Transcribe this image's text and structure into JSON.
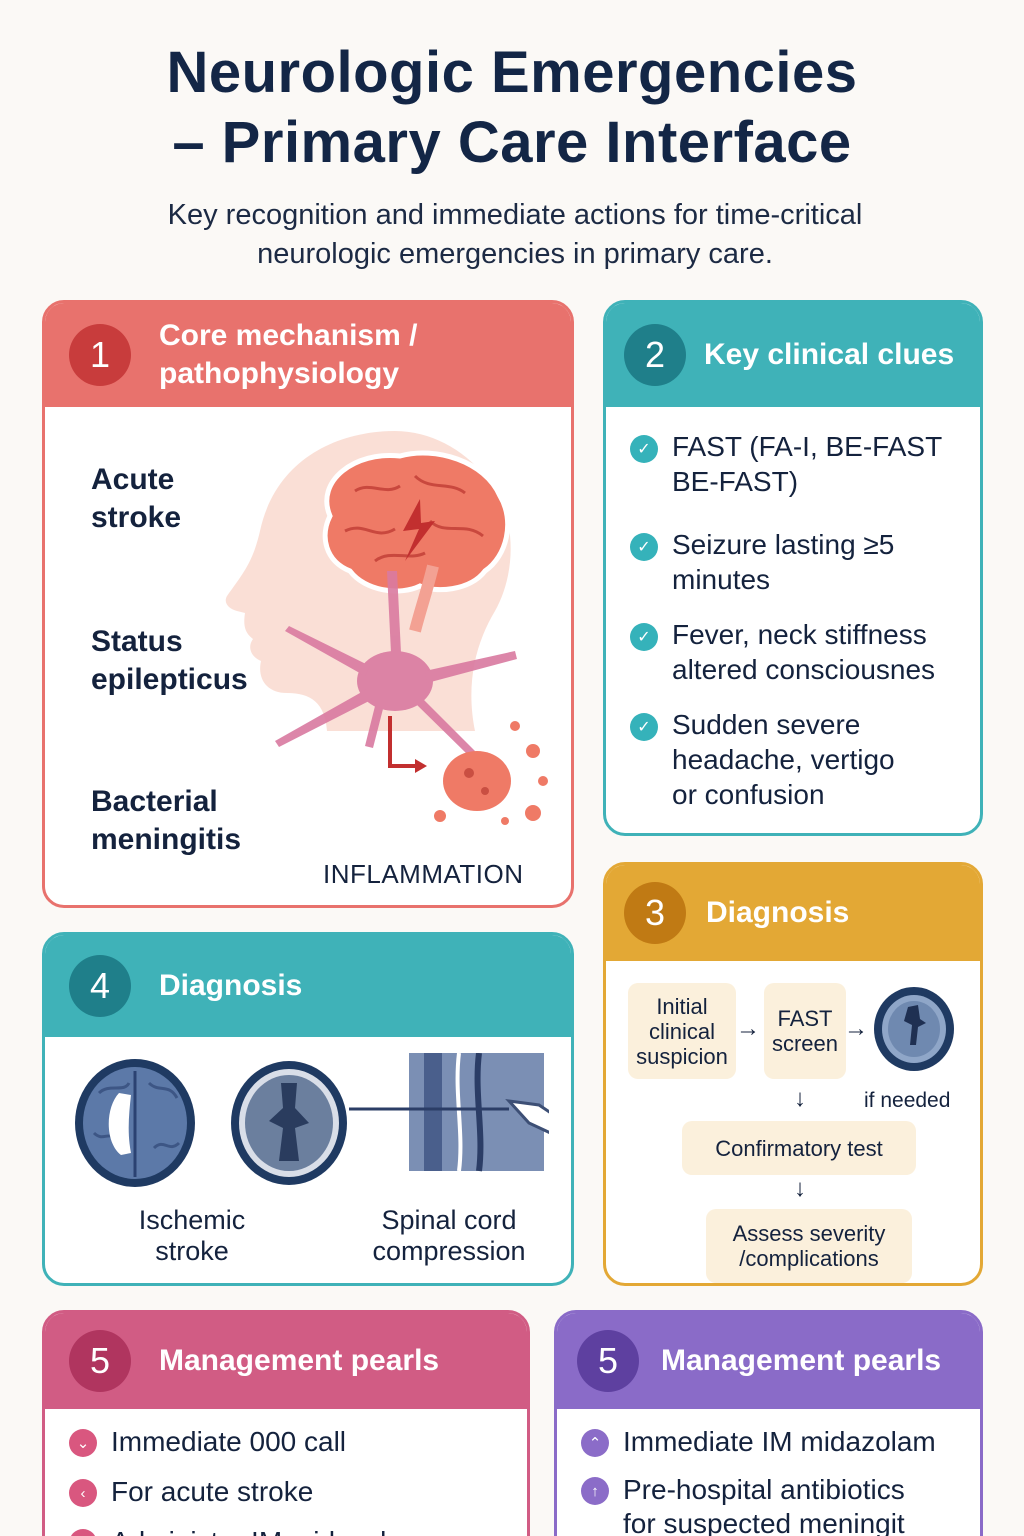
{
  "header": {
    "title_line1": "Neurologic Emergencies",
    "title_line2": "– Primary Care Interface",
    "subtitle_line1": "Key recognition and immediate actions for time-critical",
    "subtitle_line2": "neurologic emergencies in primary care."
  },
  "card1": {
    "number": "1",
    "title_line1": "Core mechanism /",
    "title_line2": "pathophysiology",
    "labels": [
      {
        "l1": "Acute",
        "l2": "stroke"
      },
      {
        "l1": "Status",
        "l2": "epilepticus"
      },
      {
        "l1": "Bacterial",
        "l2": "meningitis"
      }
    ],
    "illustration_caption": "INFLAMMATION"
  },
  "card2": {
    "number": "2",
    "title": "Key clinical clues",
    "clues": [
      {
        "l1": "FAST  (FA-I, BE-FAST",
        "l2": "BE-FAST)"
      },
      {
        "l1": "Seizure lasting  ≥5",
        "l2": "minutes"
      },
      {
        "l1": "Fever, neck stiffness",
        "l2": "altered consciousnes"
      },
      {
        "l1": "Sudden severe",
        "l2": "headache, vertigo",
        "l3": "or confusion"
      }
    ]
  },
  "card3": {
    "number": "3",
    "title": "Diagnosis",
    "flow": {
      "step1_l1": "Initial",
      "step1_l2": "clinical",
      "step1_l3": "suspicion",
      "step2_l1": "FAST",
      "step2_l2": "screen",
      "side_note": "if needed",
      "step3": "Confirmatory test",
      "step4_l1": "Assess severity",
      "step4_l2": "/complications"
    }
  },
  "card4": {
    "number": "4",
    "title": "Diagnosis",
    "captions": [
      {
        "l1": "Ischemic",
        "l2": "stroke"
      },
      {
        "l1": "Spinal cord",
        "l2": "compression"
      }
    ]
  },
  "card5a": {
    "number": "5",
    "title": "Management pearls",
    "items": [
      "Immediate 000 call",
      "For acute stroke",
      "Administer IM midazolam"
    ]
  },
  "card5b": {
    "number": "5",
    "title": "Management pearls",
    "items": [
      "Immediate IM midazolam",
      "Pre-hospital antibiotics",
      "for suspected meningit"
    ]
  },
  "colors": {
    "card1": "#e8726d",
    "card2": "#3fb2b8",
    "card3": "#e3a835",
    "card4": "#3fb2b8",
    "card5a": "#d15c84",
    "card5b": "#8a6bc8"
  },
  "icons": {
    "clue": "check-circle-icon",
    "pearl_pink": "chevron-circle-icon",
    "pearl_purple": "chevron-circle-icon"
  }
}
